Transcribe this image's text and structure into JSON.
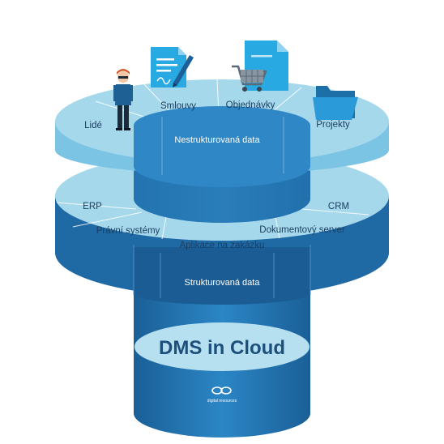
{
  "upper_disc": {
    "segments": [
      "Lidé",
      "Smlouvy",
      "Objednávky",
      "Projekty"
    ],
    "core_label": "Nestrukturovaná data"
  },
  "lower_disc": {
    "segments": [
      "ERP",
      "Právní systémy",
      "Aplikace na zakázku",
      "Dokumentový server",
      "CRM"
    ],
    "band_label": "Strukturovaná data"
  },
  "base": {
    "title": "DMS in Cloud",
    "logo_text": "digital resources"
  },
  "colors": {
    "top_light": "#a6d8ec",
    "top_mid": "#7cc4e4",
    "column_blue": "#2f87c5",
    "disc_dark": "#1a5c93",
    "disc_side": "#1f6aa5",
    "base_cap": "#b6e0f0",
    "person_shirt": "#1e5f94",
    "document": "#29a9e1",
    "folder": "#1d6fa8"
  },
  "icons": [
    "person-icon",
    "contract-document-icon",
    "order-document-icon",
    "shopping-cart-icon",
    "folder-icon"
  ]
}
